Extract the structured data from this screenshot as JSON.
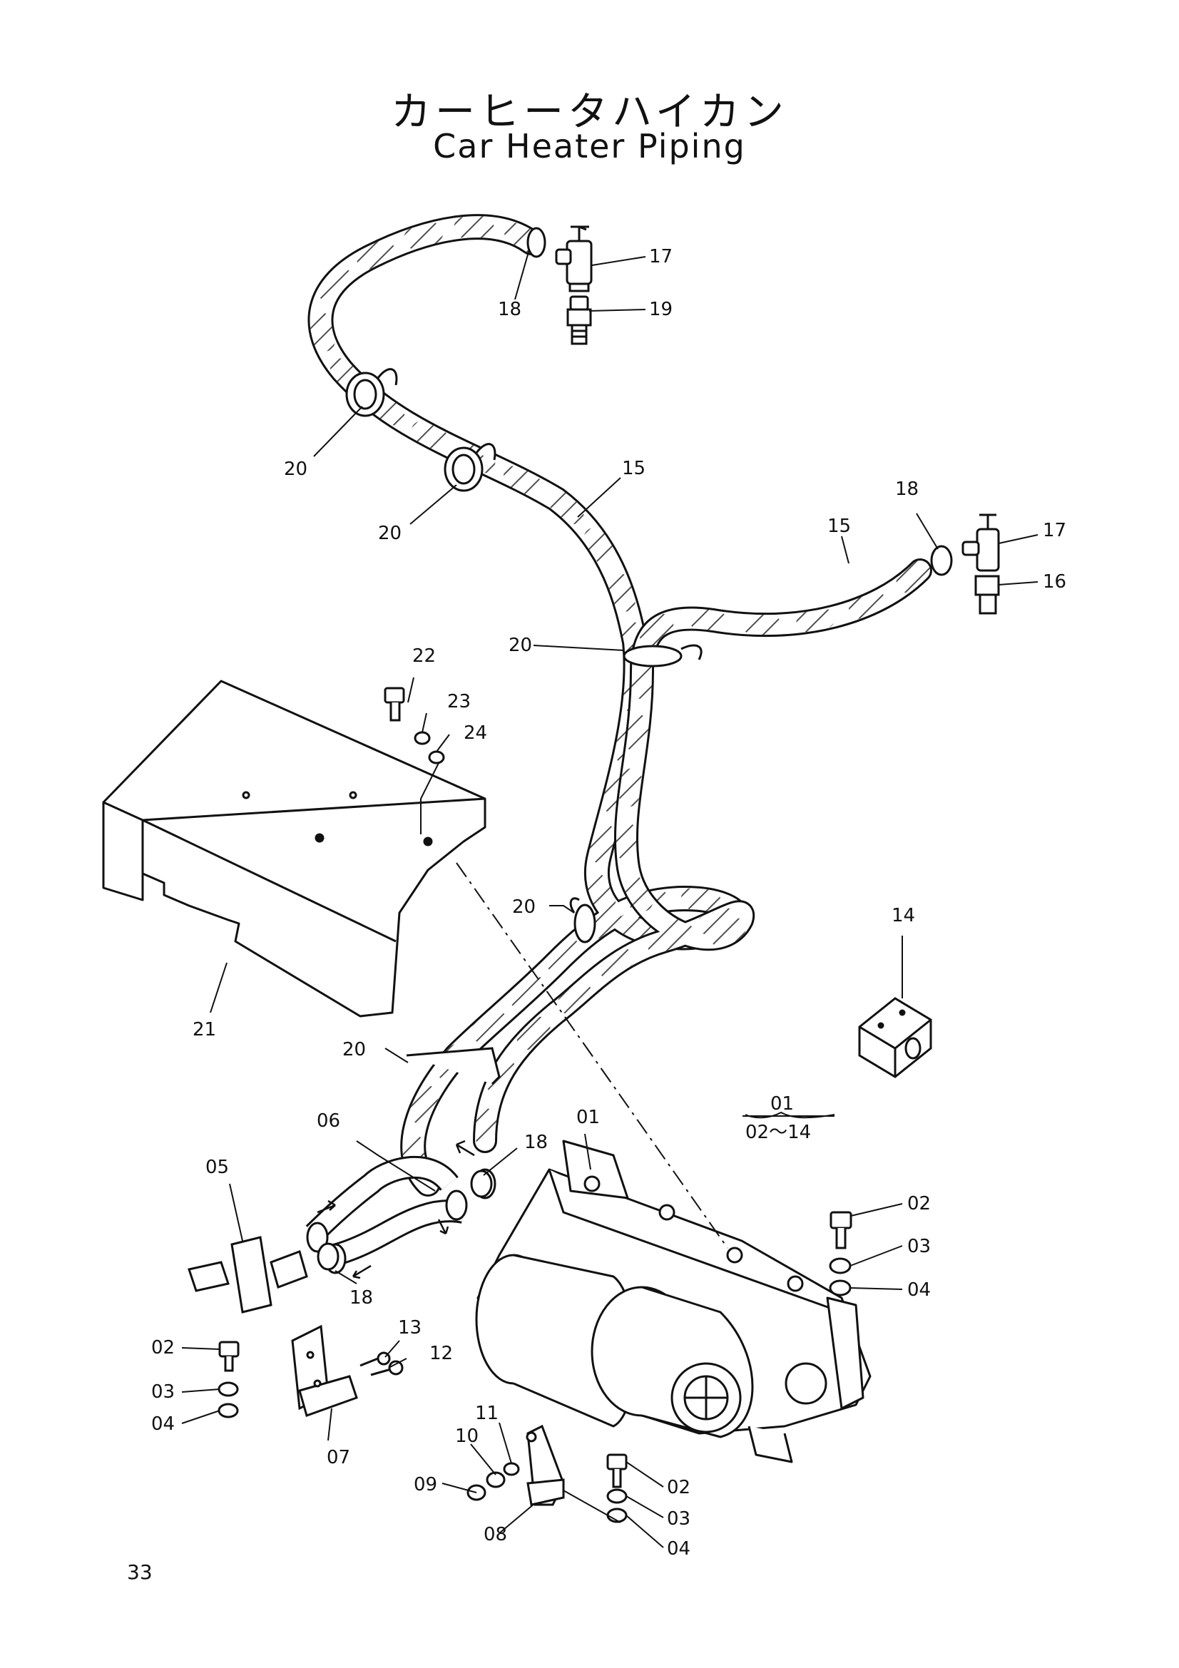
{
  "title_ja": "カーヒータハイカン",
  "title_en": "Car Heater Piping",
  "page_number": "33",
  "assembly_note": {
    "top": "01",
    "bottom": "02～14"
  },
  "callouts": {
    "c17a": "17",
    "c18a": "18",
    "c19": "19",
    "c20a": "20",
    "c20b": "20",
    "c15a": "15",
    "c18b": "18",
    "c17b": "17",
    "c15b": "15",
    "c16": "16",
    "c20c": "20",
    "c22": "22",
    "c23": "23",
    "c24": "24",
    "c20d": "20",
    "c14": "14",
    "c21": "21",
    "c20e": "20",
    "c06": "06",
    "c01": "01",
    "c18c": "18",
    "c05": "05",
    "c02a": "02",
    "c03a": "03",
    "c04a": "04",
    "c18d": "18",
    "c13": "13",
    "c12": "12",
    "c02b": "02",
    "c03b": "03",
    "c04b": "04",
    "c07": "07",
    "c11": "11",
    "c10": "10",
    "c09": "09",
    "c02c": "02",
    "c03c": "03",
    "c08": "08",
    "c04c": "04"
  }
}
